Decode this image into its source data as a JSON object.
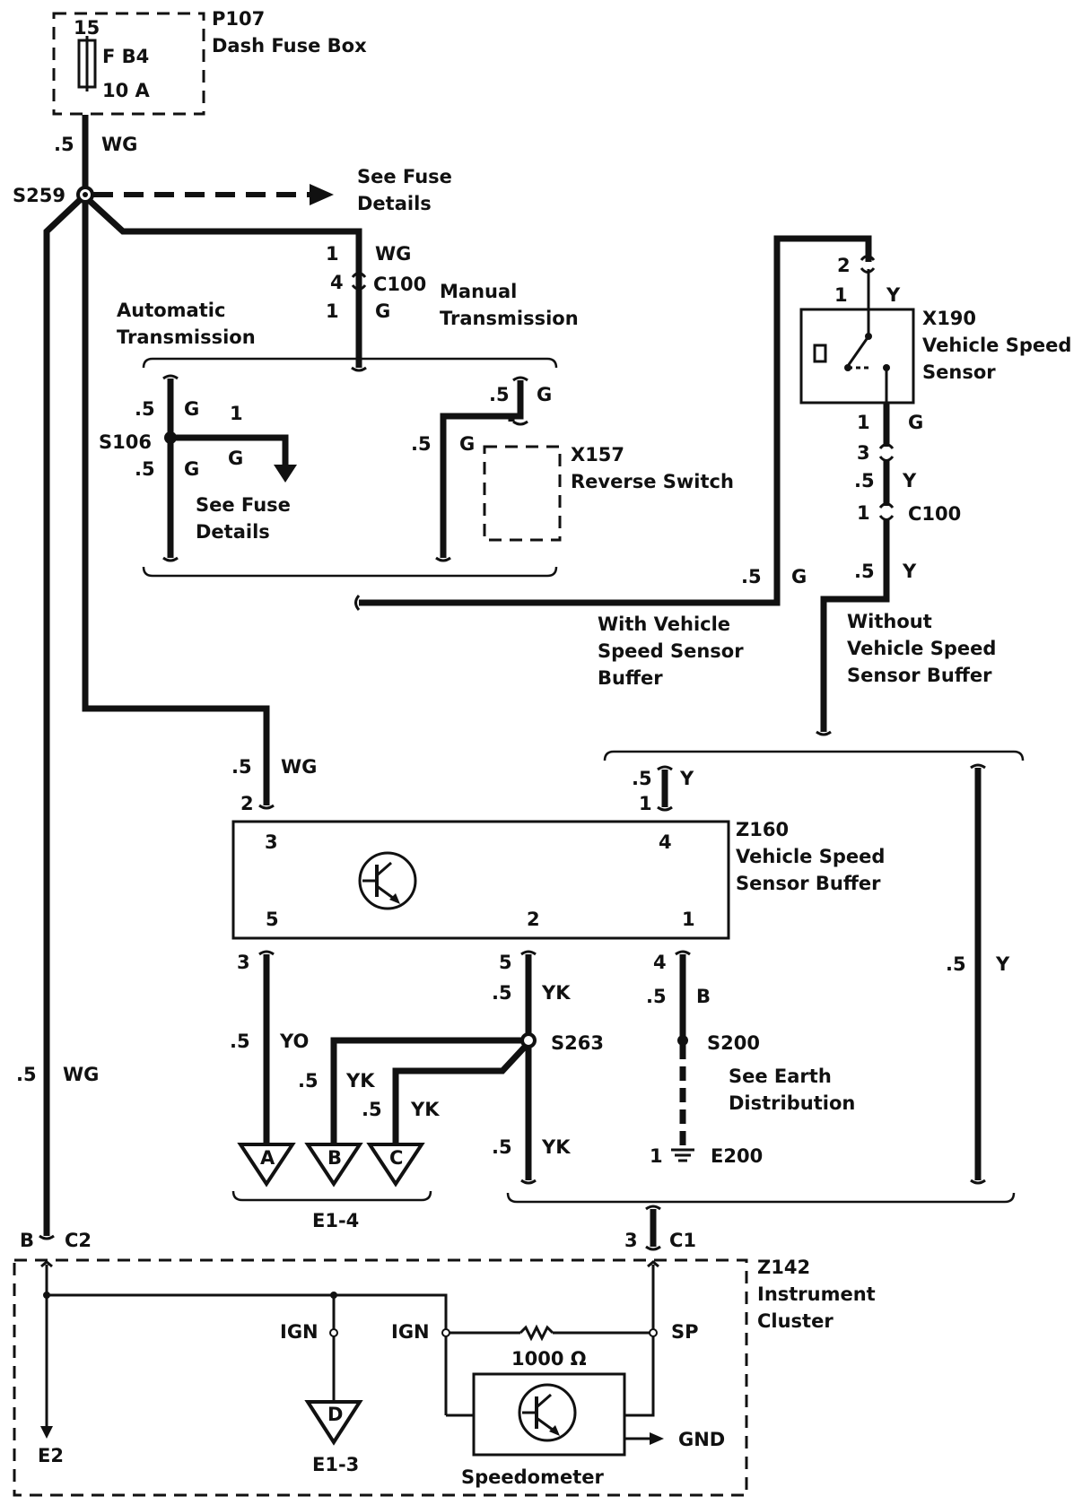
{
  "fuse_box": {
    "id": "P107",
    "name": "Dash Fuse Box",
    "terminal": "15",
    "fuse": "F B4",
    "rating": "10 A"
  },
  "wire_sizes": {
    "s05": ".5"
  },
  "wire_colors": {
    "wg": "WG",
    "g": "G",
    "y": "Y",
    "yo": "YO",
    "yk": "YK",
    "b": "B"
  },
  "splices": {
    "s259": "S259",
    "s106": "S106",
    "s263": "S263",
    "s200": "S200"
  },
  "notes": {
    "see_fuse_details": [
      "See Fuse",
      "Details"
    ],
    "see_earth": [
      "See Earth",
      "Distribution"
    ]
  },
  "variants": {
    "automatic": [
      "Automatic",
      "Transmission"
    ],
    "manual": [
      "Manual",
      "Transmission"
    ],
    "with_buffer": [
      "With Vehicle",
      "Speed Sensor",
      "Buffer"
    ],
    "without_buffer": [
      "Without",
      "Vehicle Speed",
      "Sensor Buffer"
    ]
  },
  "connectors": {
    "c100": "C100",
    "c1": "C1",
    "c2": "C2"
  },
  "pins": {
    "p1": "1",
    "p2": "2",
    "p3": "3",
    "p4": "4",
    "p5": "5",
    "pB": "B"
  },
  "components": {
    "x157": {
      "id": "X157",
      "name": "Reverse Switch"
    },
    "x190": {
      "id": "X190",
      "name": [
        "Vehicle Speed",
        "Sensor"
      ]
    },
    "z160": {
      "id": "Z160",
      "name": [
        "Vehicle Speed",
        "Sensor Buffer"
      ]
    },
    "z142": {
      "id": "Z142",
      "name": [
        "Instrument",
        "Cluster"
      ]
    },
    "speedometer": "Speedometer",
    "resistor": "1000 Ω",
    "e200": "E200"
  },
  "terminals": {
    "A": "A",
    "B": "B",
    "C": "C",
    "D": "D"
  },
  "references": {
    "e1_4": "E1-4",
    "e1_3": "E1-3",
    "e2": "E2"
  },
  "cluster": {
    "ign": "IGN",
    "sp": "SP",
    "gnd": "GND"
  }
}
